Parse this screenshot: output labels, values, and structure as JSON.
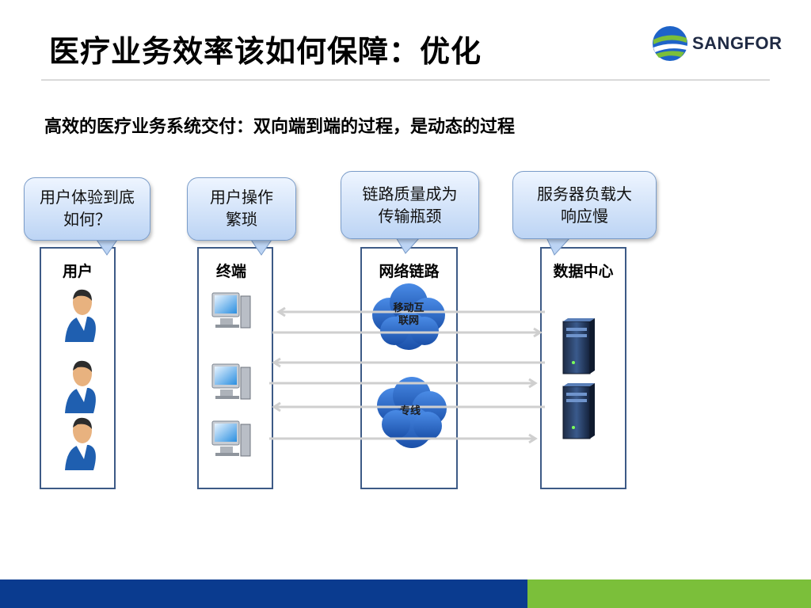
{
  "header": {
    "title": "医疗业务效率该如何保障：优化",
    "logo_text": "SANGFOR"
  },
  "subtitle": "高效的医疗业务系统交付：双向端到端的过程，是动态的过程",
  "columns": [
    {
      "label": "用户"
    },
    {
      "label": "终端"
    },
    {
      "label": "网络链路"
    },
    {
      "label": "数据中心"
    }
  ],
  "bubbles": [
    {
      "line1": "用户体验到底",
      "line2": "如何？"
    },
    {
      "line1": "用户操作",
      "line2": "繁琐"
    },
    {
      "line1": "链路质量成为",
      "line2": "传输瓶颈"
    },
    {
      "line1": "服务器负载大",
      "line2": "响应慢"
    }
  ],
  "clouds": [
    {
      "line1": "移动互",
      "line2": "联网"
    },
    {
      "line1": "专线"
    }
  ],
  "colors": {
    "brand_blue": "#0a3b8f",
    "brand_green": "#7bbf3a",
    "cloud_blue": "#1e63c8",
    "column_border": "#3d5a86"
  }
}
